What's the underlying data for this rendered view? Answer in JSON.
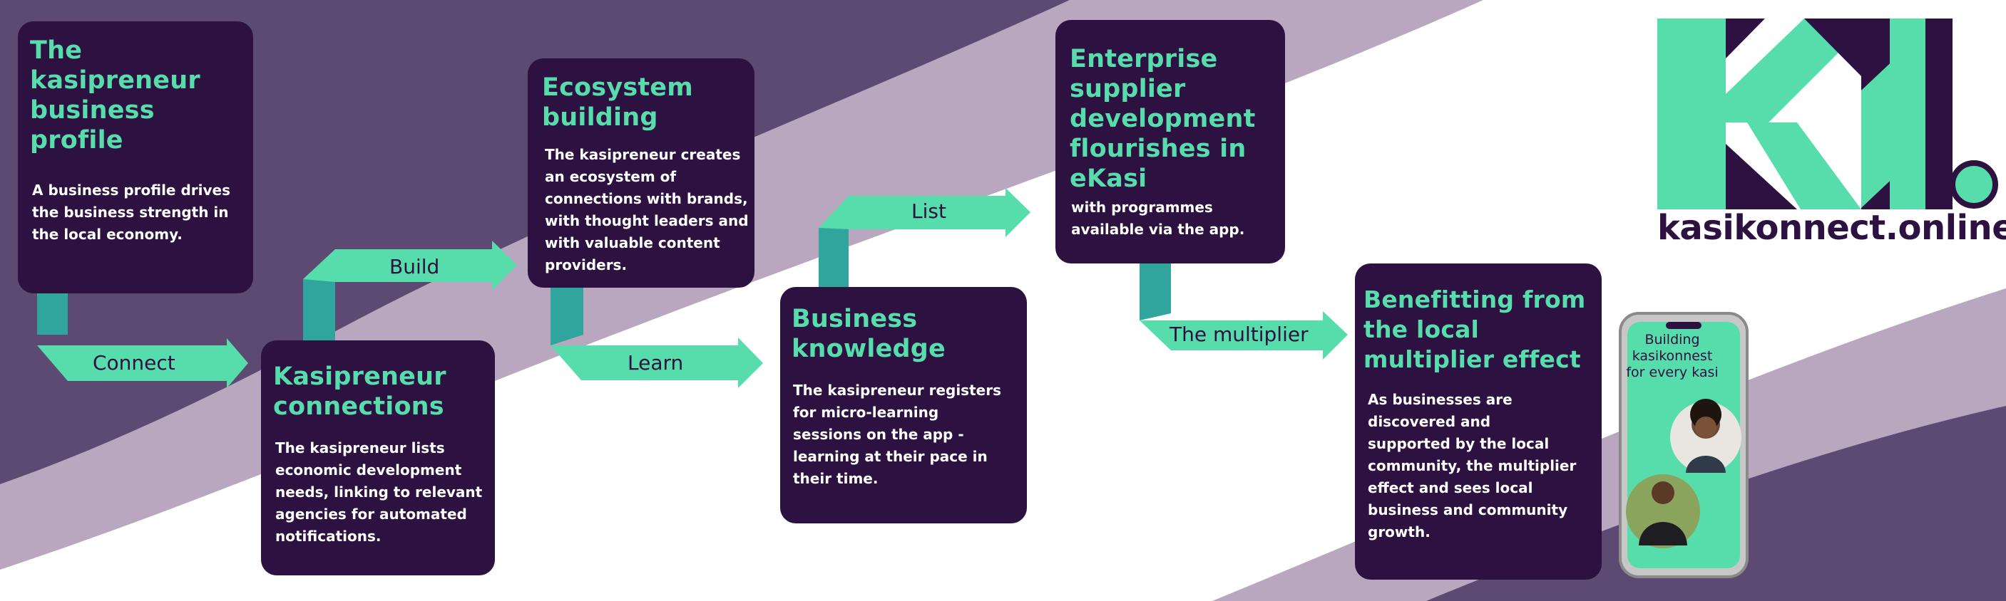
{
  "colors": {
    "purple_dark": "#2d1140",
    "purple_mid": "#5d4a72",
    "lilac": "#b9a6bf",
    "mint": "#57dcab",
    "teal": "#2fa59e",
    "white": "#ffffff"
  },
  "cards": [
    {
      "title_lines": [
        "The",
        "kasipreneur",
        "business",
        "profile"
      ],
      "body_lines": [
        "A business profile drives",
        "the business strength in",
        "the local economy."
      ]
    },
    {
      "title_lines": [
        "Kasipreneur",
        "connections"
      ],
      "body_lines": [
        "The kasipreneur lists",
        "economic development",
        "needs, linking to relevant",
        "agencies for automated",
        "notifications."
      ]
    },
    {
      "title_lines": [
        "Ecosystem",
        "building"
      ],
      "body_lines": [
        "The kasipreneur creates",
        "an ecosystem of",
        "connections with brands,",
        "with thought leaders and",
        "with valuable content",
        "providers."
      ]
    },
    {
      "title_lines": [
        "Business",
        "knowledge"
      ],
      "body_lines": [
        "The kasipreneur registers",
        "for micro-learning",
        "sessions on the app -",
        "learning at their pace in",
        "their time."
      ]
    },
    {
      "title_lines": [
        "Enterprise",
        "supplier",
        "development",
        "flourishes in",
        "eKasi"
      ],
      "body_lines": [
        "with programmes",
        "available via the app."
      ]
    },
    {
      "title_lines": [
        "Benefitting from",
        "the local",
        "multiplier effect"
      ],
      "body_lines": [
        "As businesses are",
        "discovered  and",
        "supported by the local",
        "community, the multiplier",
        "effect and sees local",
        "business and community",
        "growth."
      ]
    }
  ],
  "arrows": [
    "Connect",
    "Build",
    "Learn",
    "List",
    "The multiplier"
  ],
  "logo": {
    "domain": "kasikonnect.online"
  },
  "phone": {
    "text_lines": [
      "Building",
      "kasikonnest",
      "for every kasi"
    ]
  }
}
